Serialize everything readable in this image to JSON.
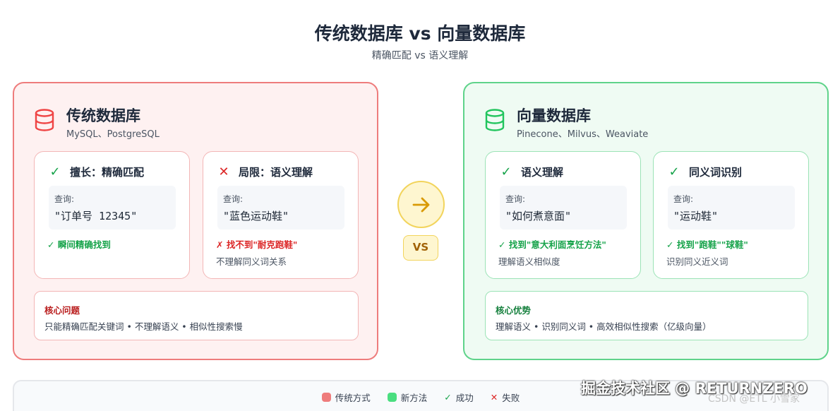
{
  "title": "传统数据库 vs 向量数据库",
  "subtitle": "精确匹配 vs 语义理解",
  "traditional": {
    "title": "传统数据库",
    "subtitle": "MySQL、PostgreSQL",
    "accent": "#ee7c7c",
    "cards": [
      {
        "mark": "✓",
        "title": "擅长：精确匹配",
        "query_label": "查询:",
        "query": "\"订单号 12345\"",
        "result": "✓ 瞬间精确找到",
        "note": ""
      },
      {
        "mark": "✕",
        "title": "局限：语义理解",
        "query_label": "查询:",
        "query": "\"蓝色运动鞋\"",
        "result": "✗ 找不到\"耐克跑鞋\"",
        "note": "不理解同义词关系"
      }
    ],
    "core_title": "核心问题",
    "core_text": "只能精确匹配关键词 • 不理解语义 • 相似性搜索慢"
  },
  "vector": {
    "title": "向量数据库",
    "subtitle": "Pinecone、Milvus、Weaviate",
    "accent": "#5fd38a",
    "cards": [
      {
        "mark": "✓",
        "title": "语义理解",
        "query_label": "查询:",
        "query": "\"如何煮意面\"",
        "result": "✓ 找到\"意大利面烹饪方法\"",
        "note": "理解语义相似度"
      },
      {
        "mark": "✓",
        "title": "同义词识别",
        "query_label": "查询:",
        "query": "\"运动鞋\"",
        "result": "✓ 找到\"跑鞋\"\"球鞋\"",
        "note": "识别同义近义词"
      }
    ],
    "core_title": "核心优势",
    "core_text": "理解语义 • 识别同义词 • 高效相似性搜索（亿级向量）"
  },
  "vs_label": "VS",
  "legend": {
    "items": [
      {
        "label": "传统方式",
        "color": "#ee7c7c"
      },
      {
        "label": "新方法",
        "color": "#4ade80"
      },
      {
        "label": "成功",
        "symbol": "✓"
      },
      {
        "label": "失败",
        "symbol": "✕"
      }
    ]
  },
  "watermark": "掘金技术社区 @ RETURNZERO",
  "watermark2": "CSDN @ETL 小雪家"
}
